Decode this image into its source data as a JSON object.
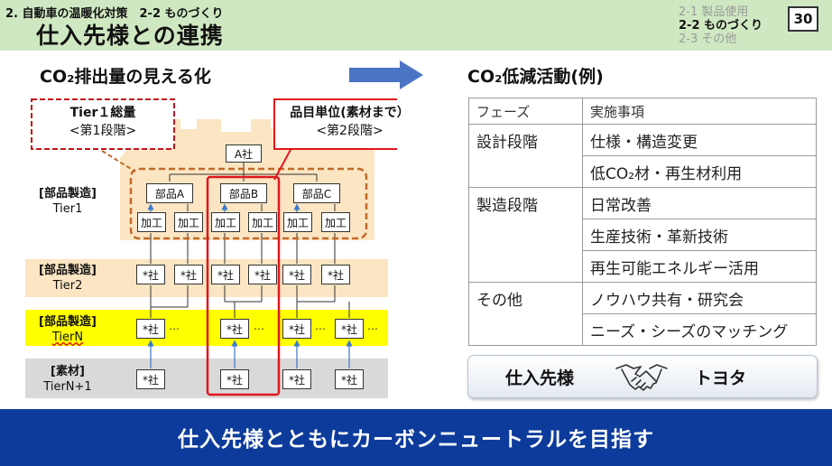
{
  "header": {
    "section": "2. 自動車の温暖化対策　2-2 ものづくり",
    "title": "仕入先様との連携",
    "nav": [
      "2-1 製品使用",
      "2-2 ものづくり",
      "2-3 その他"
    ],
    "nav_active": 1,
    "page_number": "30"
  },
  "left": {
    "title": "CO₂排出量の見える化",
    "callout_total": {
      "title": "Tier１総量",
      "sub": "<第1段階>"
    },
    "callout_unit": {
      "title": "品目単位(素材まで）",
      "sub": "<第2段階>"
    },
    "company": "A社",
    "parts": [
      "部品A",
      "部品B",
      "部品C"
    ],
    "process": "加工",
    "supplier": "*社",
    "ellipsis": "…",
    "tiers": [
      {
        "label": "[部品製造]",
        "name": "Tier1"
      },
      {
        "label": "[部品製造]",
        "name": "Tier2"
      },
      {
        "label": "[部品製造]",
        "name": "TierN"
      },
      {
        "label": "[素材]",
        "name": "TierN+1"
      }
    ]
  },
  "right": {
    "title": "CO₂低減活動(例)",
    "table": {
      "headers": [
        "フェーズ",
        "実施事項"
      ],
      "groups": [
        {
          "phase": "設計段階",
          "items": [
            "仕様・構造変更",
            "低CO₂材・再生材利用"
          ]
        },
        {
          "phase": "製造段階",
          "items": [
            "日常改善",
            "生産技術・革新技術",
            "再生可能エネルギー活用"
          ]
        },
        {
          "phase": "その他",
          "items": [
            "ノウハウ共有・研究会",
            "ニーズ・シーズのマッチング"
          ]
        }
      ]
    },
    "partnership": {
      "left": "仕入先様",
      "right": "トヨタ"
    }
  },
  "footer": "仕入先様とともにカーボンニュートラルを目指す",
  "colors": {
    "header_bg": "#cfe8c2",
    "footer_bg": "#0c3b9b",
    "arrow": "#4a74c4",
    "highlight_red": "#e0161d",
    "dashed_brown": "#c2692a",
    "tier_beige": "#fbe5c2",
    "tierN_yellow": "#ffff00",
    "material_gray": "#d9d9d9"
  }
}
